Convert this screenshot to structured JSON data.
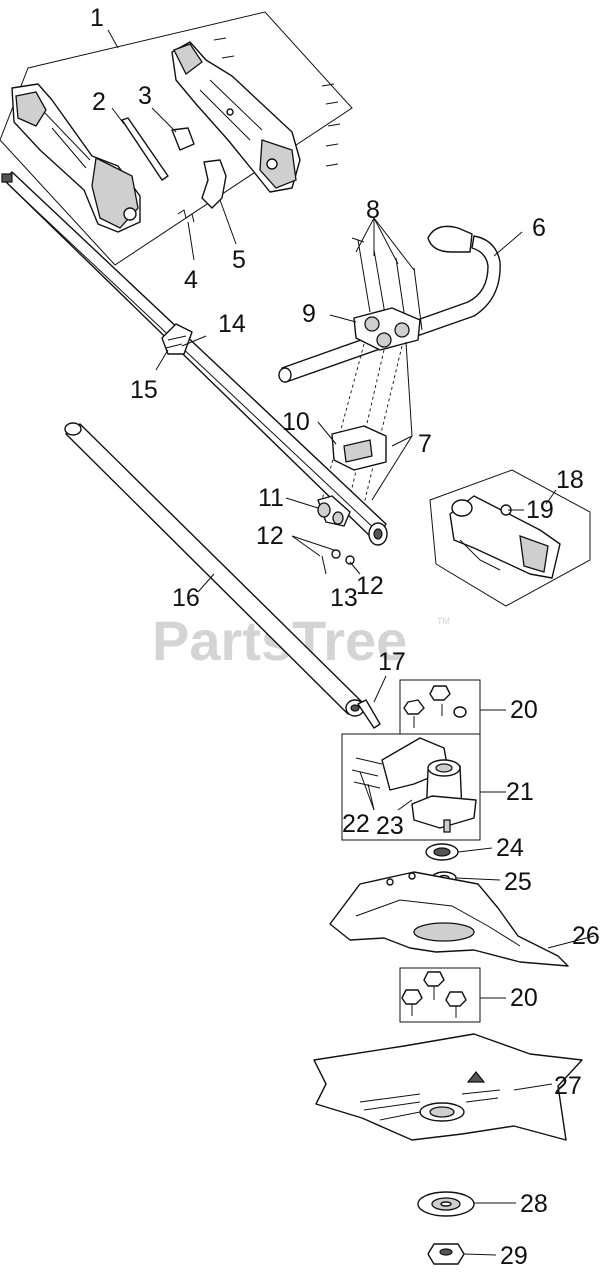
{
  "watermark": {
    "text": "PartsTree",
    "trademark": "TM"
  },
  "callouts": [
    {
      "id": "c1",
      "text": "1"
    },
    {
      "id": "c2",
      "text": "2"
    },
    {
      "id": "c3",
      "text": "3"
    },
    {
      "id": "c4",
      "text": "4"
    },
    {
      "id": "c5",
      "text": "5"
    },
    {
      "id": "c6",
      "text": "6"
    },
    {
      "id": "c7",
      "text": "7"
    },
    {
      "id": "c8",
      "text": "8"
    },
    {
      "id": "c9",
      "text": "9"
    },
    {
      "id": "c10",
      "text": "10"
    },
    {
      "id": "c11",
      "text": "11"
    },
    {
      "id": "c12a",
      "text": "12"
    },
    {
      "id": "c12b",
      "text": "12"
    },
    {
      "id": "c13",
      "text": "13"
    },
    {
      "id": "c14",
      "text": "14"
    },
    {
      "id": "c15",
      "text": "15"
    },
    {
      "id": "c16",
      "text": "16"
    },
    {
      "id": "c17",
      "text": "17"
    },
    {
      "id": "c18",
      "text": "18"
    },
    {
      "id": "c19",
      "text": "19"
    },
    {
      "id": "c20a",
      "text": "20"
    },
    {
      "id": "c20b",
      "text": "20"
    },
    {
      "id": "c21",
      "text": "21"
    },
    {
      "id": "c22",
      "text": "22"
    },
    {
      "id": "c23",
      "text": "23"
    },
    {
      "id": "c24",
      "text": "24"
    },
    {
      "id": "c25",
      "text": "25"
    },
    {
      "id": "c26",
      "text": "26"
    },
    {
      "id": "c27",
      "text": "27"
    },
    {
      "id": "c28",
      "text": "28"
    },
    {
      "id": "c29",
      "text": "29"
    }
  ]
}
